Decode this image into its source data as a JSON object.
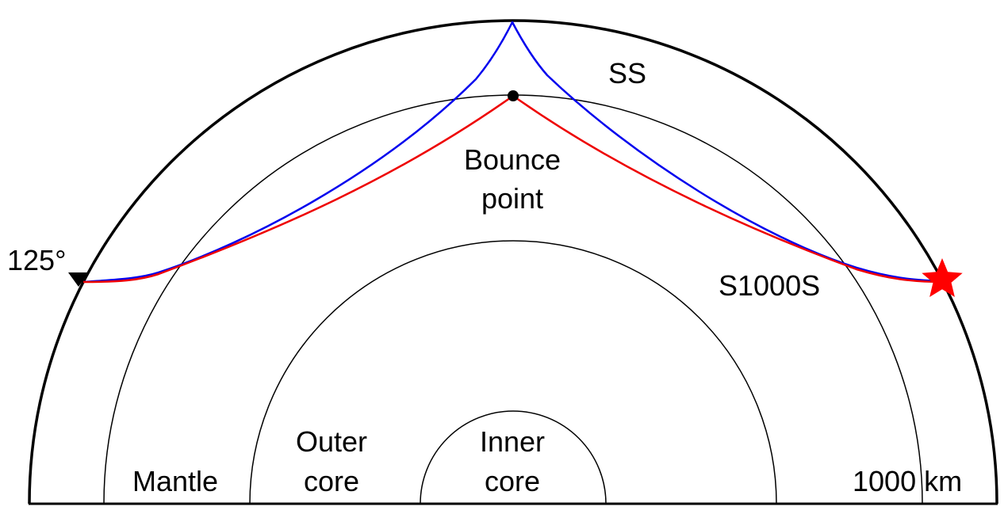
{
  "labels": {
    "ss": "SS",
    "bounce_line1": "Bounce",
    "bounce_line2": "point",
    "angle": "125°",
    "s1000s": "S1000S",
    "outer_line1": "Outer",
    "outer_line2": "core",
    "inner_line1": "Inner",
    "inner_line2": "core",
    "mantle": "Mantle",
    "depth": "1000 km"
  },
  "colors": {
    "ss_ray": "#0000ee",
    "s1000s_ray": "#ee0000",
    "source_star": "#ff0000",
    "outline": "#000000"
  },
  "icons": {
    "receiver": "triangle-down-icon",
    "source": "star-icon",
    "bounce": "dot-icon"
  }
}
